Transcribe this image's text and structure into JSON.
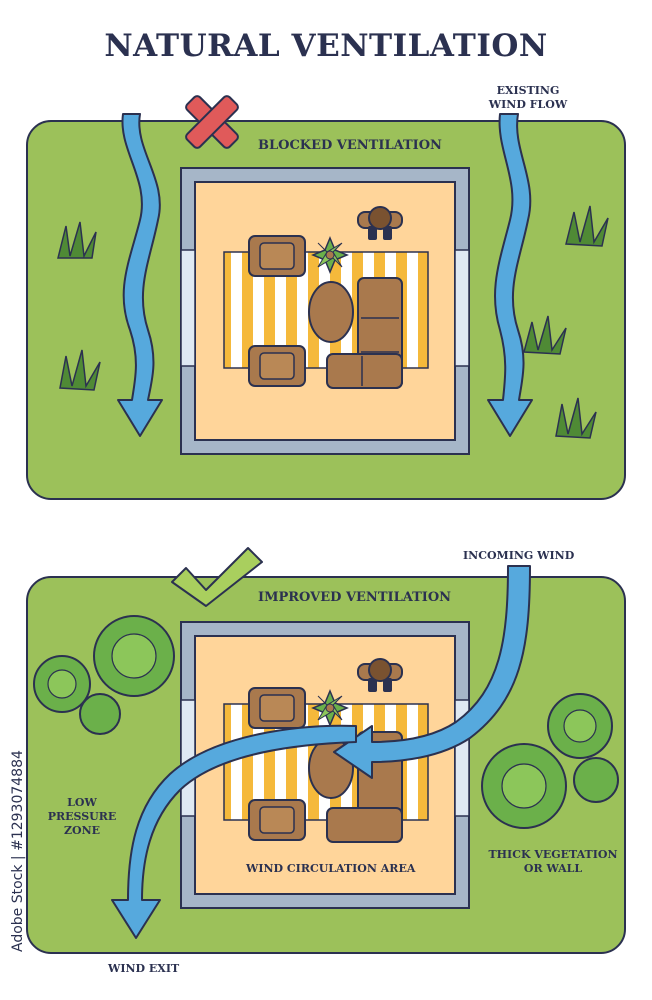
{
  "title": "NATURAL VENTILATION",
  "top": {
    "heading": "BLOCKED VENTILATION",
    "flow_label_line1": "EXISTING",
    "flow_label_line2": "WIND FLOW",
    "status_icon": "cross-icon"
  },
  "bottom": {
    "heading": "IMPROVED VENTILATION",
    "incoming": "INCOMING WIND",
    "low_line1": "LOW PRESSURE",
    "low_line2": "ZONE",
    "veg_line1": "THICK VEGETATION",
    "veg_line2": "OR WALL",
    "circulation": "WIND CIRCULATION AREA",
    "exit": "WIND EXIT",
    "status_icon": "check-icon"
  },
  "stock_id": "Adobe Stock | #1293074884",
  "colors": {
    "ground": "#9cc15a",
    "floor": "#ffd59a",
    "wall": "#a6b6c8",
    "wind": "#56a9dd",
    "sofa": "#a9794d",
    "stripe": "#f5b93b",
    "cross": "#e05a5a",
    "check": "#a9cf5e",
    "bush": "#6bb04a",
    "ink": "#2b3150"
  }
}
